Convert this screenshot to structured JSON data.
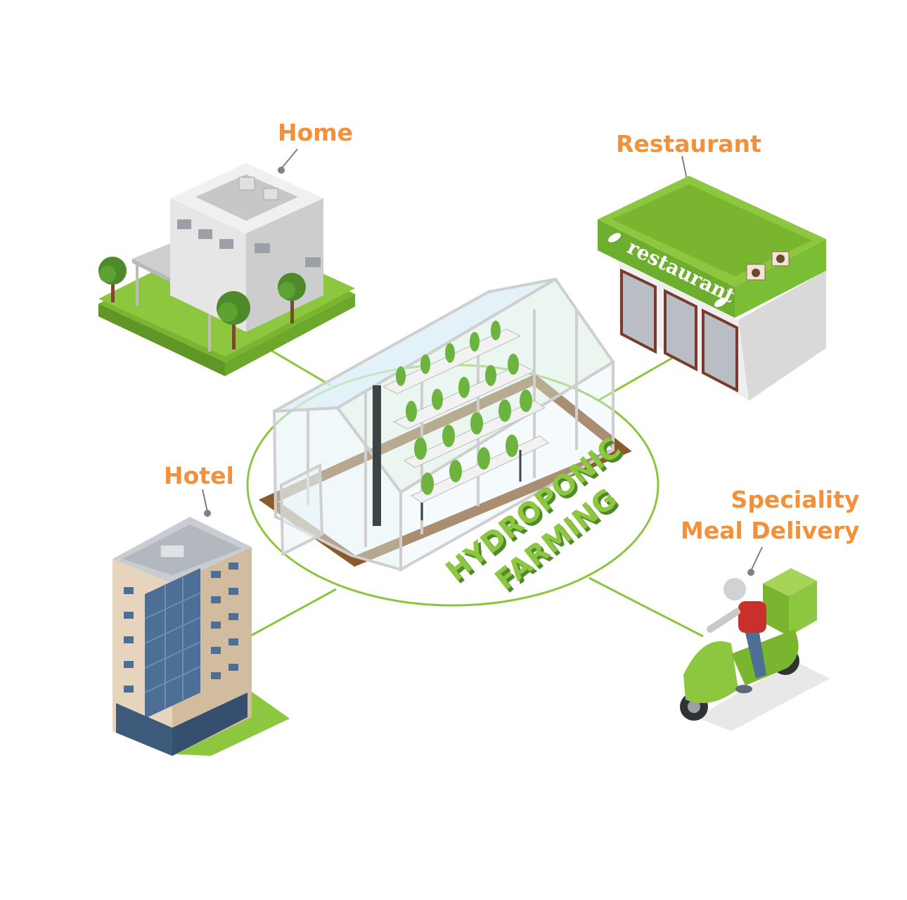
{
  "labels": {
    "home": "Home",
    "restaurant": "Restaurant",
    "hotel": "Hotel",
    "delivery_line1": "Speciality",
    "delivery_line2": "Meal Delivery"
  },
  "center": {
    "line1": "HYDROPONIC",
    "line2": "FARMING"
  },
  "restaurant_sign": "restaurant",
  "colors": {
    "label_orange": "#f3913a",
    "connector_green": "#8cc63f",
    "grass_green": "#8dc63f",
    "roof_green": "#7ab52f",
    "building_grey": "#d9d9d9",
    "hotel_glass": "#4e6f95"
  }
}
